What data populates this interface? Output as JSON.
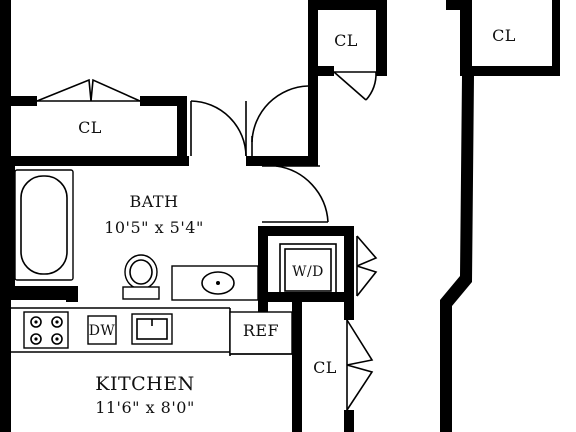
{
  "labels": {
    "closet_top_center": "CL",
    "closet_top_right": "CL",
    "closet_left": "CL",
    "bath_name": "BATH",
    "bath_size": "10'5\" x 5'4\"",
    "washer_dryer": "W/D",
    "dishwasher": "DW",
    "refrigerator": "REF",
    "closet_bottom": "CL",
    "kitchen_name": "KITCHEN",
    "kitchen_size": "11'6\" x 8'0\""
  }
}
